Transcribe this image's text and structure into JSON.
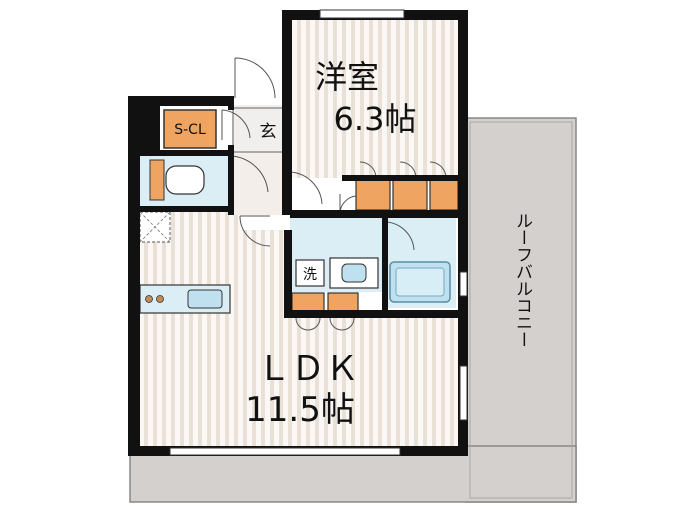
{
  "rooms": {
    "western": {
      "name": "洋室",
      "size": "6.3帖"
    },
    "ldk": {
      "name": "ＬＤＫ",
      "size": "11.5帖"
    },
    "roof_balcony": {
      "name": "ルーフバルコニー"
    },
    "entrance": {
      "name": "玄"
    },
    "storage": {
      "name": "S-CL"
    },
    "washer": {
      "name": "洗"
    }
  },
  "colors": {
    "wall": "#111111",
    "floor_stripe": "#e7ded6",
    "floor_base": "#fbf7f4",
    "balcony": "#d3d0cd",
    "fixture_orange": "#f0a461",
    "water_blue": "#dbeef6",
    "water_blue_dark": "#bfe0ee"
  }
}
